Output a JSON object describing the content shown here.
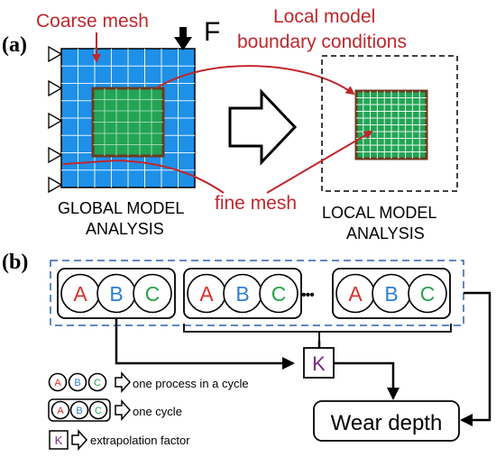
{
  "panel_a": {
    "label": "(a)",
    "coarse_mesh_label": "Coarse mesh",
    "force_label": "F",
    "local_bc_label_line1": "Local model",
    "local_bc_label_line2": "boundary conditions",
    "fine_mesh_label": "fine mesh",
    "global_caption_line1": "GLOBAL MODEL",
    "global_caption_line2": "ANALYSIS",
    "local_caption_line1": "LOCAL MODEL",
    "local_caption_line2": "ANALYSIS"
  },
  "panel_b": {
    "label": "(b)",
    "process_letters": [
      "A",
      "B",
      "C"
    ],
    "ellipsis": "•••",
    "k_label": "K",
    "wear_depth_label": "Wear depth",
    "legend": {
      "process_text": "one process in a cycle",
      "cycle_text": "one cycle",
      "factor_text": "extrapolation factor"
    }
  },
  "colors": {
    "annotation_red": "#c0272d",
    "global_blue": "#1e90e8",
    "fine_green": "#23a455",
    "green_border": "#6b3a1f",
    "letter_a": "#d9302c",
    "letter_b": "#2f7fd0",
    "letter_c": "#2aa24b",
    "letter_k": "#7a2a7a",
    "dashed_blue": "#2b5fb0"
  }
}
